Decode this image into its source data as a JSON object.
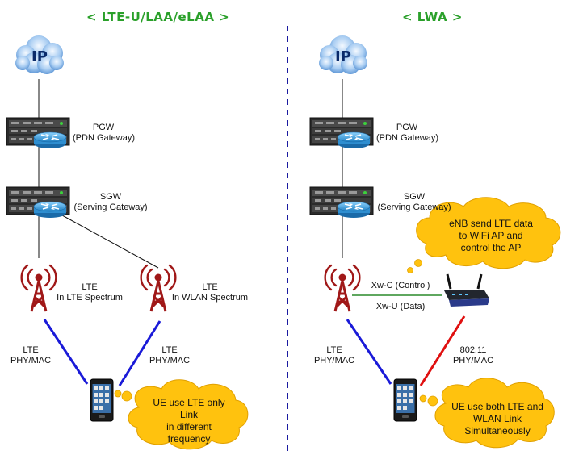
{
  "left": {
    "title": "< LTE-U/LAA/eLAA >",
    "ip_label": "IP",
    "pgw": {
      "line1": "PGW",
      "line2": "(PDN Gateway)"
    },
    "sgw": {
      "line1": "SGW",
      "line2": "(Serving Gateway)"
    },
    "tower1": {
      "line1": "LTE",
      "line2": "In LTE Spectrum"
    },
    "tower2": {
      "line1": "LTE",
      "line2": "In WLAN Spectrum"
    },
    "link1": {
      "line1": "LTE",
      "line2": "PHY/MAC"
    },
    "link2": {
      "line1": "LTE",
      "line2": "PHY/MAC"
    },
    "bubble": {
      "line1": "UE use LTE only Link",
      "line2": "in different",
      "line3": "frequency"
    }
  },
  "right": {
    "title": "< LWA >",
    "ip_label": "IP",
    "pgw": {
      "line1": "PGW",
      "line2": "(PDN Gateway)"
    },
    "sgw": {
      "line1": "SGW",
      "line2": "(Serving Gateway)"
    },
    "thought": {
      "line1": "eNB send LTE data",
      "line2": "to WiFi AP and",
      "line3": "control the AP"
    },
    "xwc": "Xw-C (Control)",
    "xwu": "Xw-U (Data)",
    "link_lte": {
      "line1": "LTE",
      "line2": "PHY/MAC"
    },
    "link_wifi": {
      "line1": "802.11",
      "line2": "PHY/MAC"
    },
    "bubble": {
      "line1": "UE use both LTE and",
      "line2": "WLAN Link",
      "line3": "Simultaneously"
    }
  },
  "colors": {
    "title": "#2aa02a",
    "divider": "#1a1aa0",
    "lte_link": "#1a1ad8",
    "wifi_link": "#e01010",
    "bubble": "#ffc20e",
    "tower": "#a01818"
  }
}
